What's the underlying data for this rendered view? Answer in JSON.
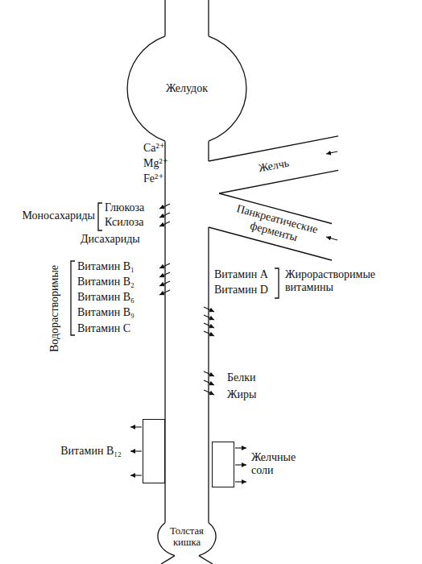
{
  "diagram": {
    "nodes": [
      {
        "text": [
          "Желудок"
        ]
      },
      {
        "text": [
          "Желчь"
        ]
      },
      {
        "text": [
          "Панкреатические ферменты"
        ]
      },
      {
        "text": [
          "Витамин B₁₂"
        ]
      },
      {
        "text": [
          "Желчные соли"
        ]
      },
      {
        "text": [
          "Толстая кишка"
        ]
      }
    ],
    "labels": [
      "Ca²⁺",
      "Mg²⁺",
      "Fe²⁺",
      "Моносахариды",
      "Глюкоза",
      "Ксилоза",
      "Дисахариды",
      "Водорастворимые",
      "Витамин B₁",
      "Витамин B₂",
      "Витамин B₆",
      "Витамин B₉",
      "Витамин C",
      "Витамин A",
      "Витамин D",
      "Жирорастворимые витамины",
      "Белки",
      "Жиры"
    ]
  }
}
